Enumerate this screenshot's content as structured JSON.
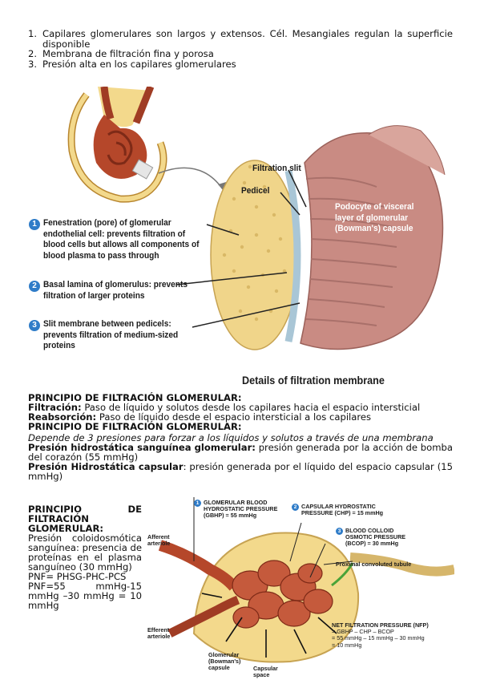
{
  "intro_list": [
    {
      "num": "1.",
      "text": "Capilares glomerulares son largos y extensos. Cél. Mesangiales regulan la superficie disponible"
    },
    {
      "num": "2.",
      "text": "Membrana de filtración fina y porosa"
    },
    {
      "num": "3.",
      "text": "Presión alta en los capilares glomerulares"
    }
  ],
  "figure1": {
    "labels": {
      "filtration_slit": "Filtration slit",
      "pedicel": "Pedicel",
      "podocyte": "Podocyte of visceral layer of glomerular (Bowman's) capsule"
    },
    "items": [
      {
        "badge": "1",
        "text": "Fenestration (pore) of glomerular endothelial cell: prevents filtration of blood cells but allows all components of blood plasma to pass through"
      },
      {
        "badge": "2",
        "text": "Basal lamina of glomerulus: prevents filtration of larger proteins"
      },
      {
        "badge": "3",
        "text": "Slit membrane between pedicels: prevents filtration of medium-sized proteins"
      }
    ],
    "caption": "Details of filtration membrane"
  },
  "section": {
    "heading1": "PRINCIPIO DE FILTRACIÓN GLOMERULAR:",
    "filtracion_term": "Filtración:",
    "filtracion_text": " Paso de líquido y solutos desde los capilares hacia el espacio intersticial",
    "reabsorcion_term": "Reabsorción:",
    "reabsorcion_text": " Paso de líquido desde el espacio intersticial a los capilares",
    "heading2": "PRINCIPIO DE FILTRACIÓN GLOMERULAR:",
    "depends_text": "Depende de 3  presiones  para forzar a los líquidos y solutos a través de una membrana",
    "phs_term": "Presión hidrostática sanguínea glomerular:",
    "phs_text": " presión generada por la acción de bomba del corazón (55 mmHg)",
    "phc_term": "Presión Hidrostática capsular",
    "phc_text": ": presión generada por el líquido del espacio capsular (15 mmHg)"
  },
  "left_column": {
    "heading": "PRINCIPIO DE FILTRACIÓN GLOMERULAR:",
    "text": "Presión coloidosmótica sanguínea: presencia de proteínas en el plasma sanguíneo (30 mmHg)",
    "formula1": "PNF= PHSG-PHC-PCS",
    "formula2": "PNF=55 mmHg-15 mmHg –30 mmHg = 10 mmHg"
  },
  "figure2": {
    "items": [
      {
        "badge": "1",
        "text": "GLOMERULAR BLOOD HYDROSTATIC PRESSURE (GBHP) = 55 mmHg"
      },
      {
        "badge": "2",
        "text": "CAPSULAR HYDROSTATIC PRESSURE (CHP) = 15 mmHg"
      },
      {
        "badge": "3",
        "text": "BLOOD COLLOID OSMOTIC PRESSURE (BCOP) = 30 mmHg"
      }
    ],
    "afferent": "Afferent arteriole",
    "efferent": "Efferent arteriole",
    "glomerular_capsule": "Glomerular (Bowman's) capsule",
    "capsular_space": "Capsular space",
    "proximal": "Proximal convoluted tubule",
    "nfp_title": "NET FILTRATION PRESSURE (NFP)",
    "nfp_line1": "= GBHP – CHP – BCOP",
    "nfp_line2": "= 55 mmHg – 15 mmHg – 30 mmHg",
    "nfp_line3": "= 10 mmHg"
  },
  "colors": {
    "badge_blue": "#2f7cc8",
    "vessel_red": "#b5472a",
    "capsule_yellow": "#f3d98c",
    "podocyte_pink": "#c98b83",
    "arrow_green": "#4aa338"
  }
}
